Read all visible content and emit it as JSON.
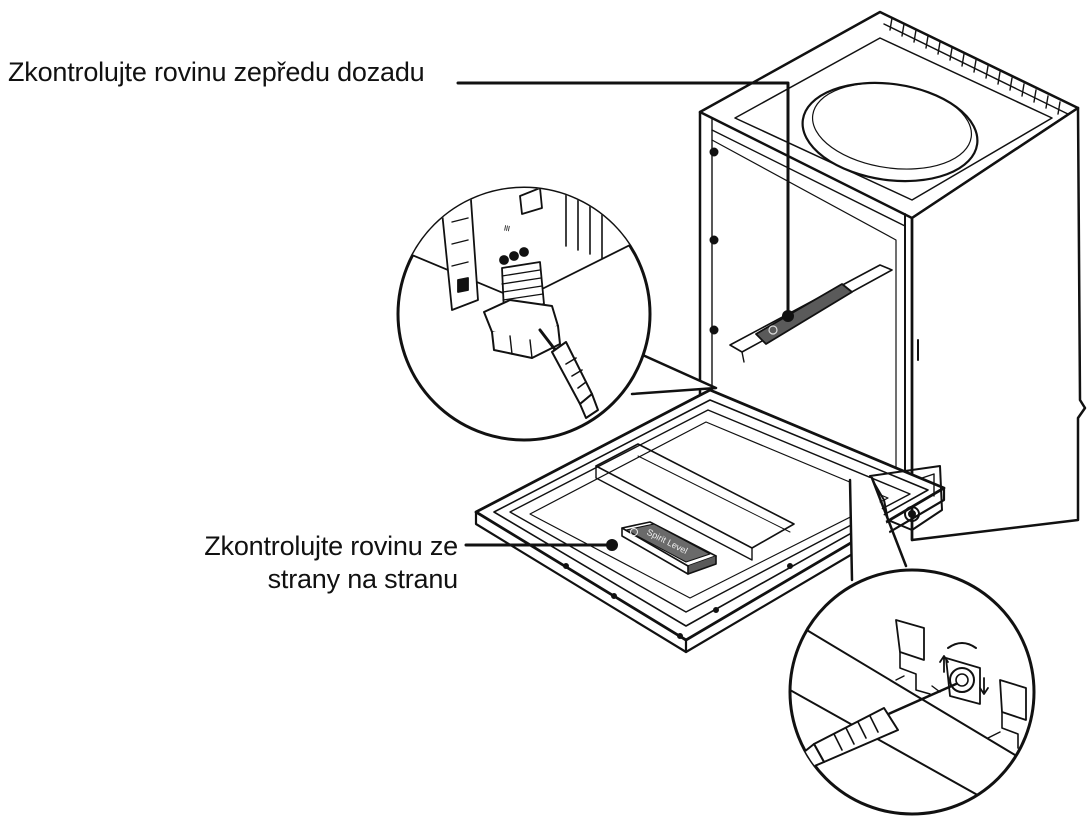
{
  "annotations": {
    "front_to_back": "Zkontrolujte rovinu zepředu dozadu",
    "side_to_side_line1": "Zkontrolujte rovinu ze",
    "side_to_side_line2": "strany na stranu"
  },
  "level_tool": {
    "label": "Spirit Level"
  },
  "colors": {
    "line": "#111111",
    "level_fill": "#5a5a5a",
    "background": "#ffffff"
  }
}
